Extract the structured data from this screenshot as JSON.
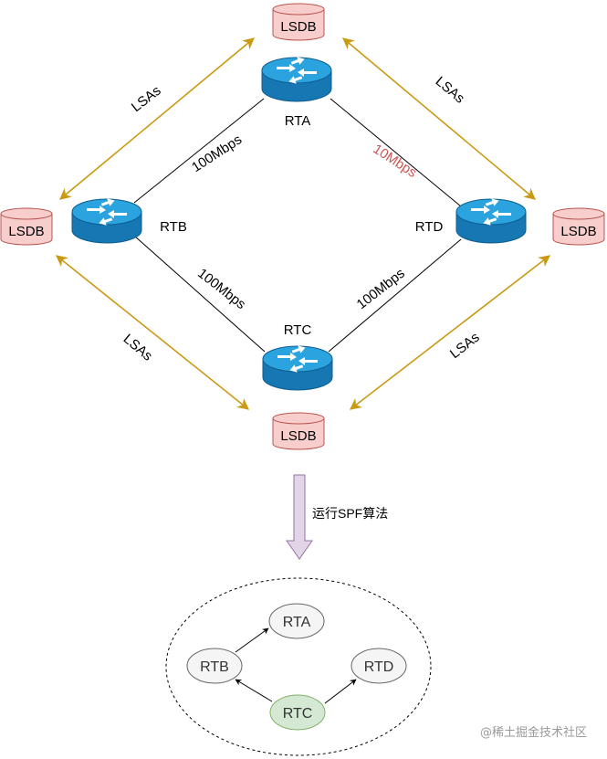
{
  "routers": {
    "rta": "RTA",
    "rtb": "RTB",
    "rtc": "RTC",
    "rtd": "RTD"
  },
  "lsdb": {
    "top": "LSDB",
    "left": "LSDB",
    "right": "LSDB",
    "bottom": "LSDB"
  },
  "links": {
    "a_b": "100Mbps",
    "a_d": "10Mbps",
    "b_c": "100Mbps",
    "c_d": "100Mbps"
  },
  "lsa_labels": {
    "top_left": "LSAs",
    "top_right": "LSAs",
    "bottom_left": "LSAs",
    "bottom_right": "LSAs"
  },
  "process_label": "运行SPF算法",
  "spf_tree": {
    "rta": "RTA",
    "rtb": "RTB",
    "rtc": "RTC",
    "rtd": "RTD"
  },
  "watermark": "@稀土掘金技术社区",
  "colors": {
    "router_blue": "#1b8ac8",
    "router_top": "#2aa3df",
    "lsdb_fill": "#f8cecc",
    "lsdb_stroke": "#b85450",
    "lsa_arrow": "#c99a14",
    "highlight_link_label": "#cc5555",
    "arrow_fill": "#e1d5e7",
    "arrow_stroke": "#9673a6",
    "root_node_fill": "#d5e8d4",
    "node_fill": "#f5f5f5"
  }
}
